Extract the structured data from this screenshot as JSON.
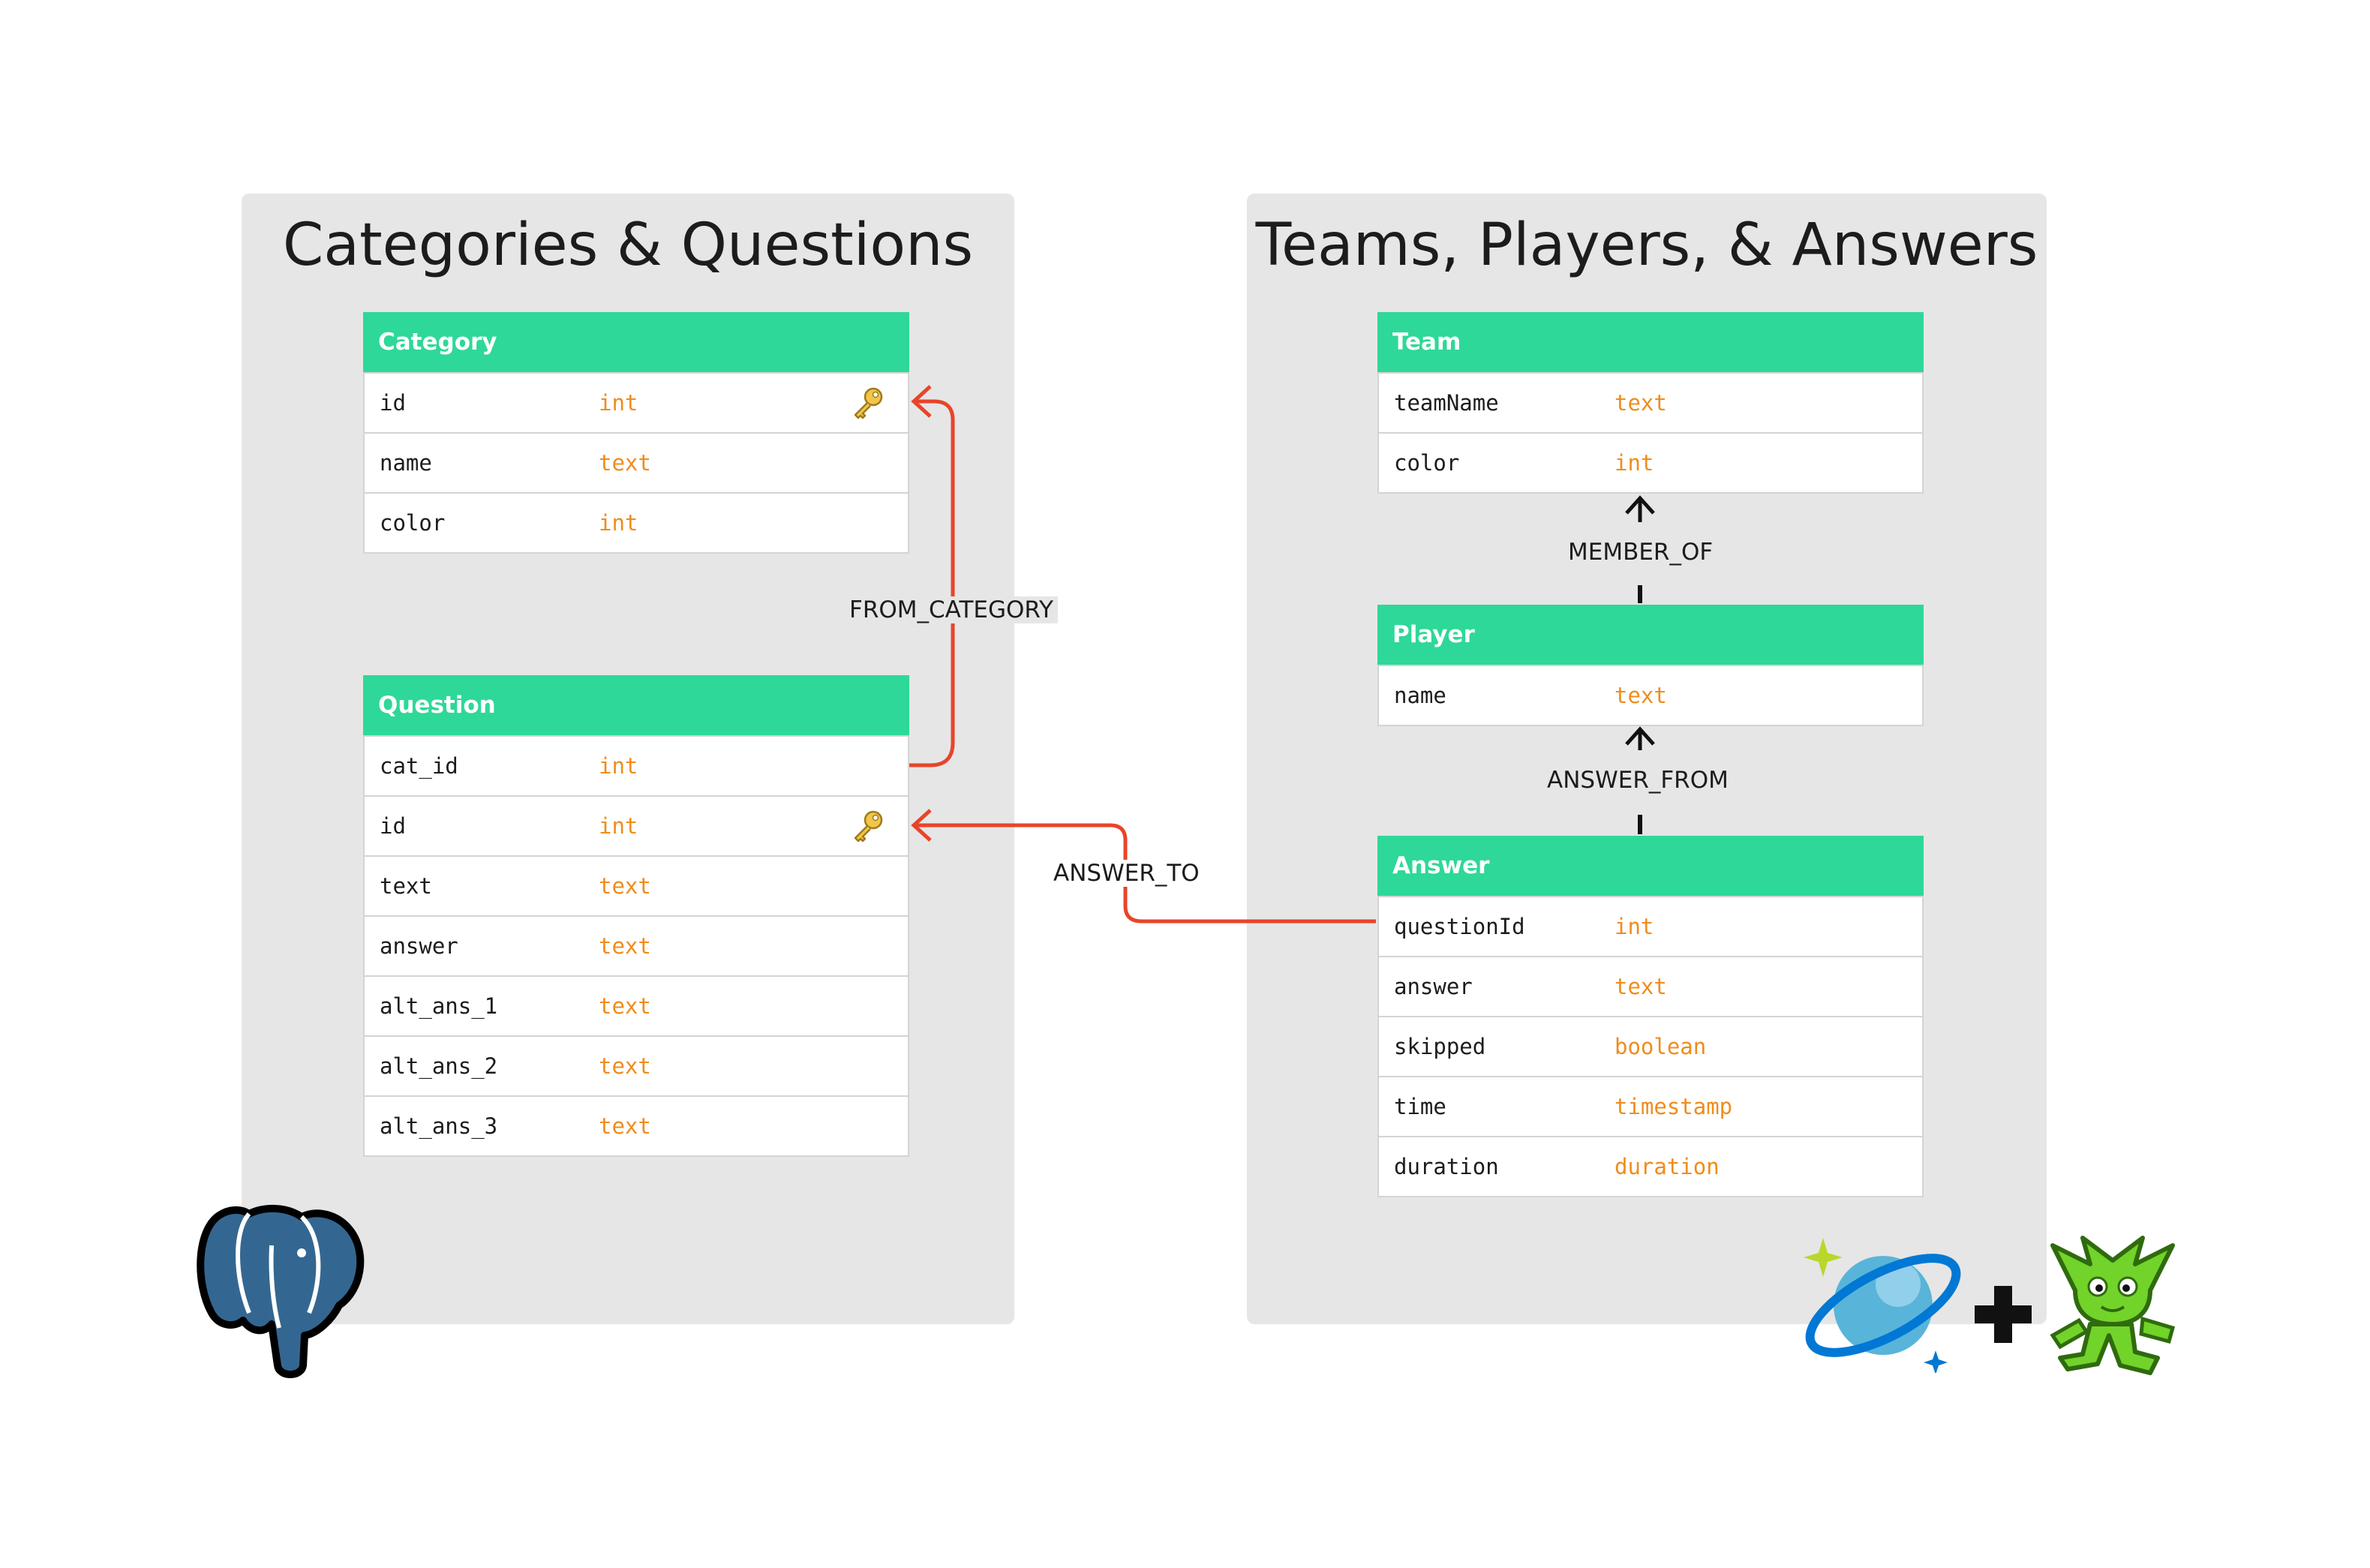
{
  "left_panel": {
    "title": "Categories & Questions",
    "tables": [
      {
        "name": "Category",
        "rows": [
          {
            "column": "id",
            "type": "int",
            "primary_key": true
          },
          {
            "column": "name",
            "type": "text",
            "primary_key": false
          },
          {
            "column": "color",
            "type": "int",
            "primary_key": false
          }
        ]
      },
      {
        "name": "Question",
        "rows": [
          {
            "column": "cat_id",
            "type": "int",
            "primary_key": false
          },
          {
            "column": "id",
            "type": "int",
            "primary_key": true
          },
          {
            "column": "text",
            "type": "text",
            "primary_key": false
          },
          {
            "column": "answer",
            "type": "text",
            "primary_key": false
          },
          {
            "column": "alt_ans_1",
            "type": "text",
            "primary_key": false
          },
          {
            "column": "alt_ans_2",
            "type": "text",
            "primary_key": false
          },
          {
            "column": "alt_ans_3",
            "type": "text",
            "primary_key": false
          }
        ]
      }
    ]
  },
  "right_panel": {
    "title": "Teams, Players, & Answers",
    "tables": [
      {
        "name": "Team",
        "rows": [
          {
            "column": "teamName",
            "type": "text",
            "primary_key": false
          },
          {
            "column": "color",
            "type": "int",
            "primary_key": false
          }
        ]
      },
      {
        "name": "Player",
        "rows": [
          {
            "column": "name",
            "type": "text",
            "primary_key": false
          }
        ]
      },
      {
        "name": "Answer",
        "rows": [
          {
            "column": "questionId",
            "type": "int",
            "primary_key": false
          },
          {
            "column": "answer",
            "type": "text",
            "primary_key": false
          },
          {
            "column": "skipped",
            "type": "boolean",
            "primary_key": false
          },
          {
            "column": "time",
            "type": "timestamp",
            "primary_key": false
          },
          {
            "column": "duration",
            "type": "duration",
            "primary_key": false
          }
        ]
      }
    ]
  },
  "relationships": {
    "from_category": "FROM_CATEGORY",
    "answer_to": "ANSWER_TO",
    "member_of": "MEMBER_OF",
    "answer_from": "ANSWER_FROM"
  },
  "icons": {
    "primary_key": "key-icon",
    "left_logo": "postgresql-elephant-icon",
    "right_logos": [
      "cosmos-db-planet-icon",
      "plus-icon",
      "gremlin-goblin-icon"
    ]
  },
  "colors": {
    "header_green": "#2ed898",
    "type_orange": "#f08c1c",
    "relationship_red": "#e8442a",
    "panel_gray": "#e6e6e6"
  }
}
